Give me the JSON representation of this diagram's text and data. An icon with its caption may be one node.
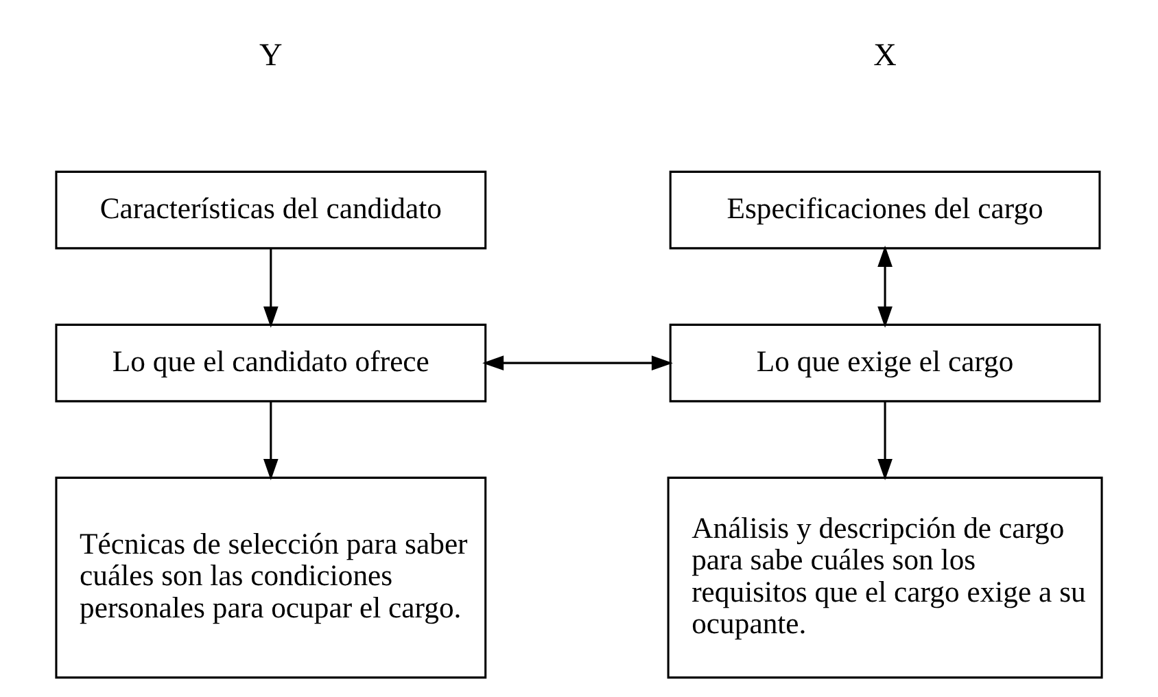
{
  "diagram": {
    "nodes": [
      {
        "text": [
          "Especificaciones del cargo"
        ]
      },
      {
        "text": [
          "Características del candidato"
        ]
      },
      {
        "text": [
          "Lo que exige el cargo"
        ]
      },
      {
        "text": [
          "Lo que el candidato ofrece"
        ]
      },
      {
        "text": [
          "Análisis y descripción de cargo para sabe cuáles son los requisitos que el cargo exige a su ocupante."
        ]
      },
      {
        "text": [
          "Técnicas de selección para saber cuáles son las condiciones personales para ocupar el cargo."
        ]
      }
    ],
    "edges": [
      {
        "from": 0,
        "to": 2,
        "arrow": "both"
      },
      {
        "from": 1,
        "to": 3,
        "arrow": "to"
      },
      {
        "from": 2,
        "to": 3,
        "arrow": "both"
      },
      {
        "from": 2,
        "to": 4,
        "arrow": "to"
      },
      {
        "from": 3,
        "to": 5,
        "arrow": "to"
      }
    ],
    "labels": [
      "X",
      "Y"
    ]
  }
}
